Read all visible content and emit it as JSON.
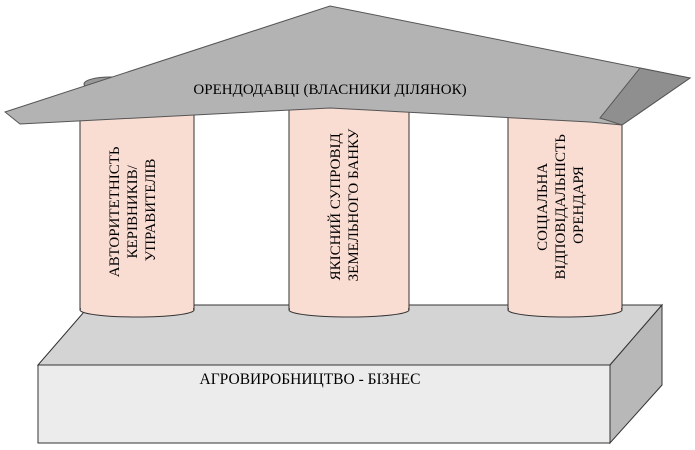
{
  "roof": {
    "label": "ОРЕНДОДАВЦІ (ВЛАСНИКИ ДІЛЯНОК)"
  },
  "pillars": [
    {
      "lines": [
        "АВТОРИТЕТНІСТЬ",
        "КЕРІВНИКІВ/",
        "УПРАВИТЕЛІВ"
      ]
    },
    {
      "lines": [
        "ЯКІСНИЙ СУПРОВІД",
        "ЗЕМЕЛЬНОГО БАНКУ"
      ]
    },
    {
      "lines": [
        "СОЦІАЛЬНА",
        "ВІДПОВІДАЛЬНІСТЬ",
        "ОРЕНДАРЯ"
      ]
    }
  ],
  "base": {
    "label": "АГРОВИРОБНИЦТВО -  БІЗНЕС"
  },
  "colors": {
    "roof_face": "#b3b3b3",
    "roof_edge": "#777777",
    "pillar_fill": "#f9dcd2",
    "base_front": "#ececec",
    "base_top": "#d4d4d4",
    "base_side": "#b8b8b8",
    "stroke": "#333333"
  }
}
